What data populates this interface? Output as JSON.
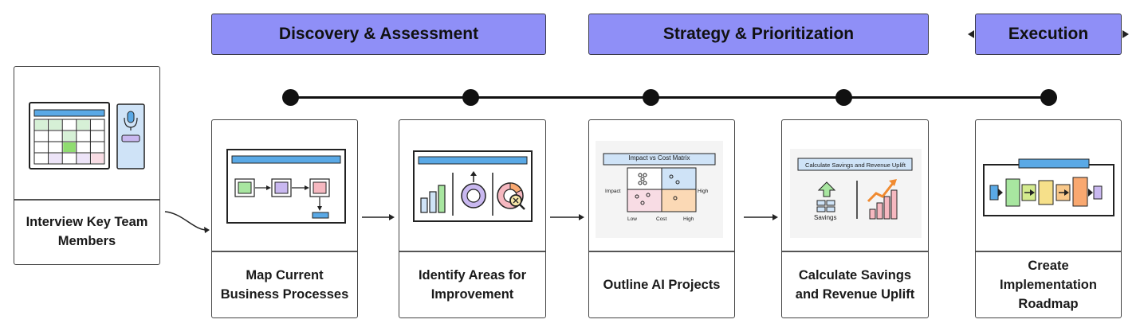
{
  "phases": {
    "discovery": "Discovery & Assessment",
    "strategy": "Strategy & Prioritization",
    "execution": "Execution"
  },
  "steps": {
    "interview": "Interview Key Team Members",
    "map": "Map Current Business Processes",
    "identify": "Identify Areas for Improvement",
    "outline": "Outline AI Projects",
    "calculate": "Calculate Savings and Revenue Uplift",
    "roadmap": "Create Implementation Roadmap"
  },
  "matrix": {
    "title": "Impact vs Cost Matrix",
    "y_low": "Impact",
    "y_high": "High",
    "x_low": "Low",
    "x_mid": "Cost",
    "x_high": "High"
  },
  "savings": {
    "title": "Calculate Savings and Revenue Uplift",
    "label": "Savings"
  },
  "colors": {
    "phase_fill": "#8f8ff7",
    "accent_blue": "#5aa9e6",
    "green": "#a8e6a0",
    "purple": "#c9b8f0",
    "pink": "#f6b8c0",
    "orange": "#f9a870"
  }
}
